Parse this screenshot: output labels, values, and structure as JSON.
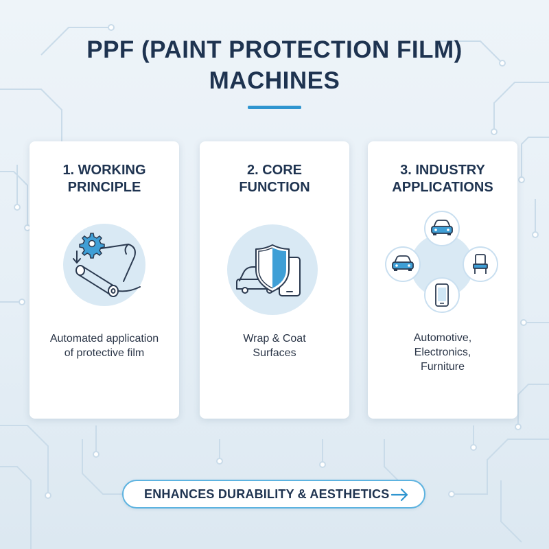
{
  "title": {
    "line1": "PPF (PAINT PROTECTION FILM)",
    "line2": "MACHINES"
  },
  "cards": [
    {
      "heading_line1": "1. WORKING",
      "heading_line2": "PRINCIPLE",
      "icon": "film-roll-gear-icon",
      "desc_line1": "Automated application",
      "desc_line2": "of protective film"
    },
    {
      "heading_line1": "2. CORE",
      "heading_line2": "FUNCTION",
      "icon": "shield-car-phone-icon",
      "desc_line1": "Wrap & Coat",
      "desc_line2": "Surfaces"
    },
    {
      "heading_line1": "3. INDUSTRY",
      "heading_line2": "APPLICATIONS",
      "icon": "industry-cluster-icon",
      "sub_icons": [
        "car-icon",
        "car-icon",
        "chair-icon",
        "smartphone-icon"
      ],
      "desc_line1": "Automotive,",
      "desc_line2": "Electronics,",
      "desc_line3": "Furniture"
    }
  ],
  "footer": {
    "label": "ENHANCES DURABILITY & AESTHETICS",
    "icon": "arrow-right-icon"
  },
  "colors": {
    "heading": "#1e3350",
    "accent": "#2f95d0",
    "icon_disc": "#d9e9f4",
    "icon_blue": "#3f9fd6",
    "circuit": "#c5d9e8"
  }
}
